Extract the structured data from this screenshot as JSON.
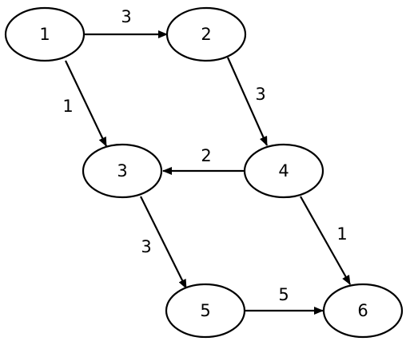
{
  "graph": {
    "nodes": [
      {
        "id": "1",
        "label": "1"
      },
      {
        "id": "2",
        "label": "2"
      },
      {
        "id": "3",
        "label": "3"
      },
      {
        "id": "4",
        "label": "4"
      },
      {
        "id": "5",
        "label": "5"
      },
      {
        "id": "6",
        "label": "6"
      }
    ],
    "edges": [
      {
        "from": "1",
        "to": "2",
        "weight": "3"
      },
      {
        "from": "1",
        "to": "3",
        "weight": "1"
      },
      {
        "from": "2",
        "to": "4",
        "weight": "3"
      },
      {
        "from": "4",
        "to": "3",
        "weight": "2"
      },
      {
        "from": "3",
        "to": "5",
        "weight": "3"
      },
      {
        "from": "4",
        "to": "6",
        "weight": "1"
      },
      {
        "from": "5",
        "to": "6",
        "weight": "5"
      }
    ]
  }
}
